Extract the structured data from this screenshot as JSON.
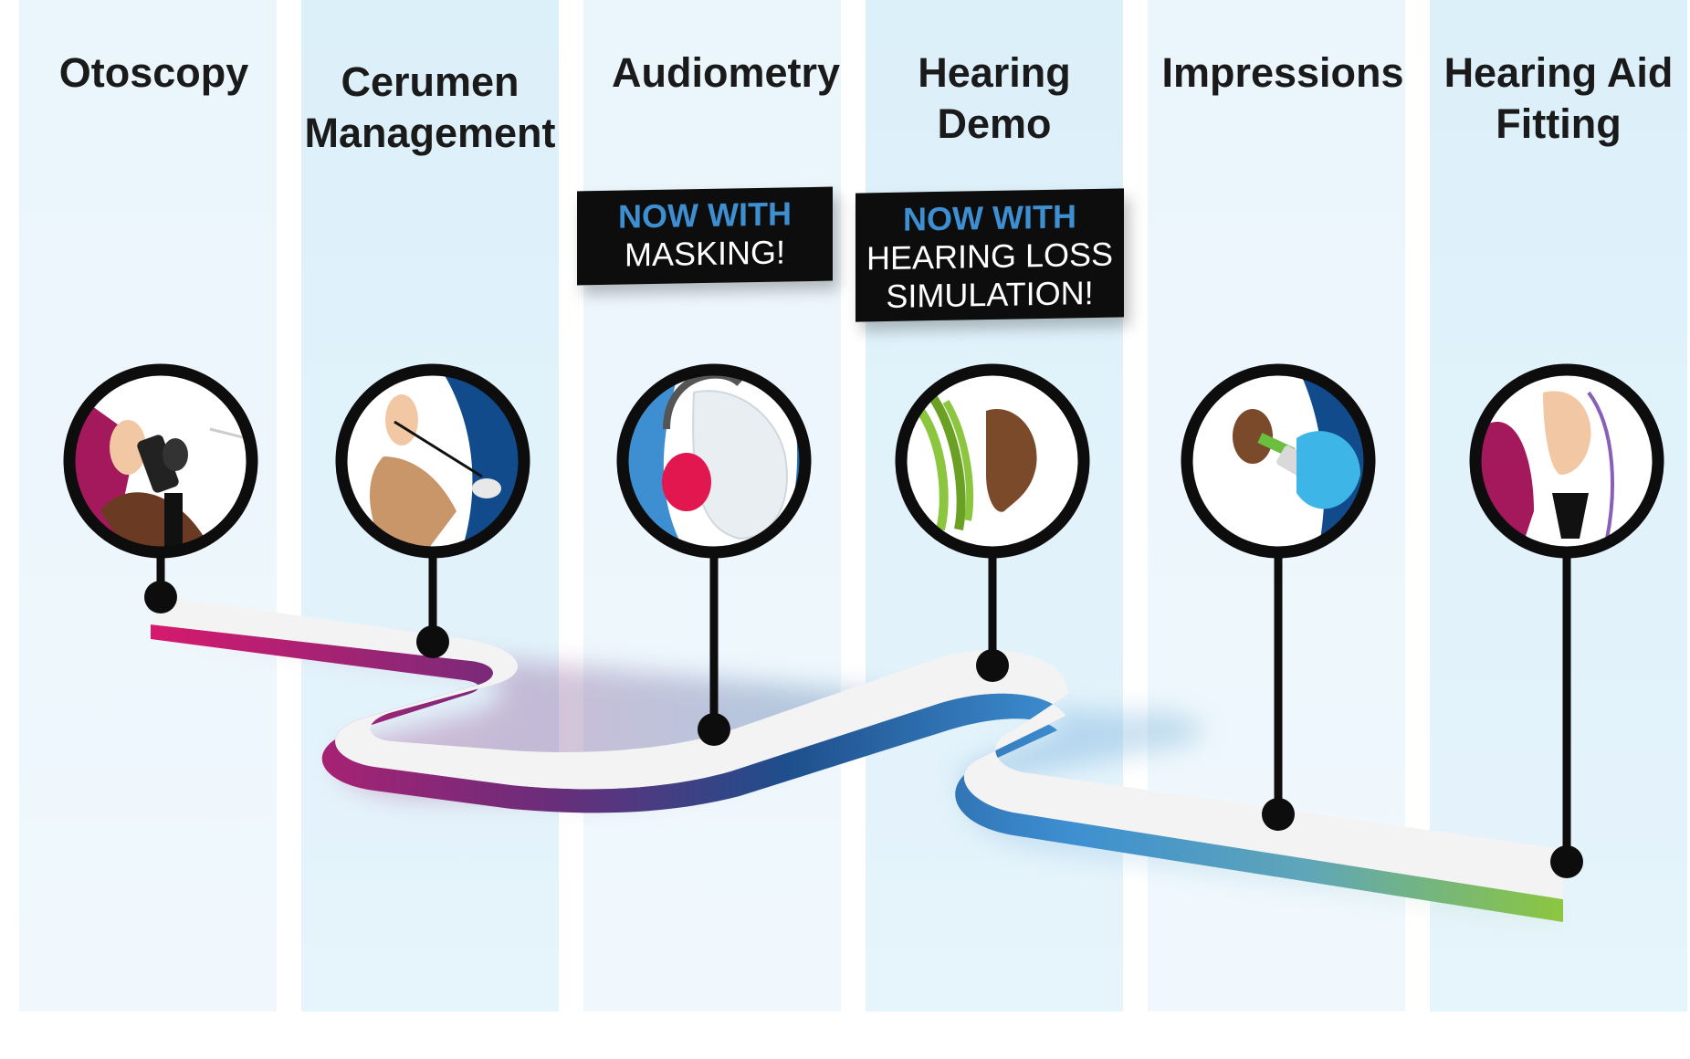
{
  "steps": [
    {
      "id": "otoscopy",
      "title_lines": [
        "Otoscopy"
      ],
      "icon": "otoscope-icon"
    },
    {
      "id": "cerumen",
      "title_lines": [
        "Cerumen",
        "Management"
      ],
      "icon": "cerumen-icon"
    },
    {
      "id": "audiometry",
      "title_lines": [
        "Audiometry"
      ],
      "icon": "headphones-icon"
    },
    {
      "id": "hearing-demo",
      "title_lines": [
        "Hearing",
        "Demo"
      ],
      "icon": "sound-wave-ear-icon"
    },
    {
      "id": "impressions",
      "title_lines": [
        "Impressions"
      ],
      "icon": "impression-syringe-icon"
    },
    {
      "id": "fitting",
      "title_lines": [
        "Hearing Aid",
        "Fitting"
      ],
      "icon": "hearing-aid-icon"
    }
  ],
  "callouts": {
    "audiometry": {
      "highlight": "NOW WITH",
      "lines": [
        "MASKING!"
      ]
    },
    "hearing_demo": {
      "highlight": "NOW WITH",
      "lines": [
        "HEARING LOSS",
        "SIMULATION!"
      ]
    }
  },
  "colors": {
    "path_start": "#d6196e",
    "path_mid": "#1f4e8c",
    "path_blue": "#3d8fd1",
    "path_end": "#8cc63f",
    "callout_highlight": "#3d8fd1",
    "ring": "#0d0d0d"
  }
}
